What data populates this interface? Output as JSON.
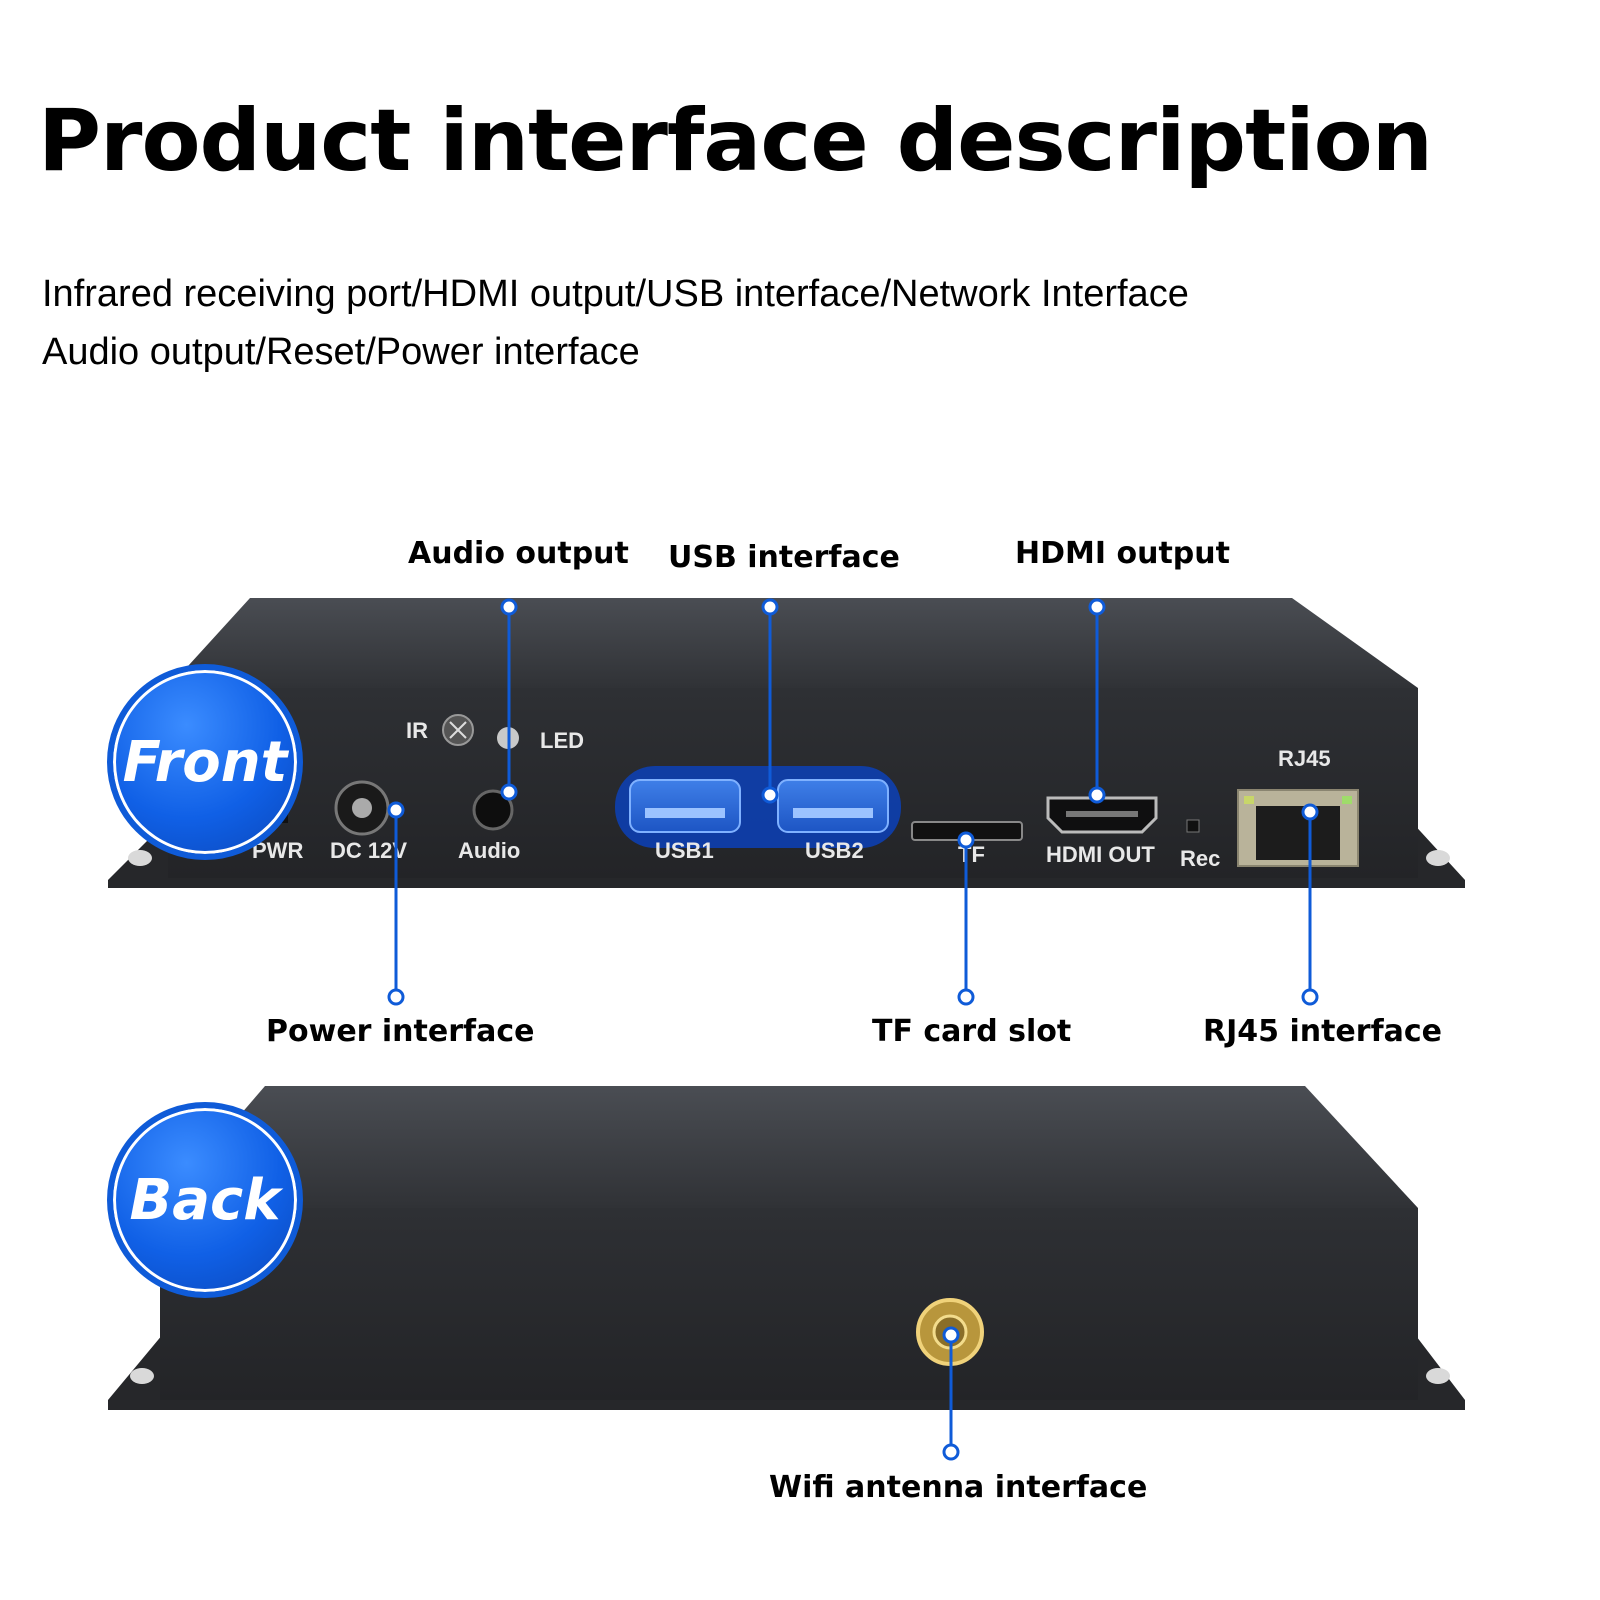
{
  "title": "Product interface description",
  "subtitle_line1": "Infrared receiving port/HDMI output/USB interface/Network Interface",
  "subtitle_line2": "Audio output/Reset/Power interface",
  "badges": {
    "front": "Front",
    "back": "Back"
  },
  "callouts": {
    "audio_output": "Audio output",
    "usb_interface": "USB interface",
    "hdmi_output": "HDMI output",
    "power_interface": "Power interface",
    "tf_card_slot": "TF card slot",
    "rj45_interface": "RJ45 interface",
    "wifi_antenna_interface": "Wifi antenna interface"
  },
  "panel_labels": {
    "ir": "IR",
    "led": "LED",
    "pwr": "PWR",
    "dc": "DC 12V",
    "audio": "Audio",
    "usb1": "USB1",
    "usb2": "USB2",
    "tf": "TF",
    "hdmi_out": "HDMI OUT",
    "rec": "Rec",
    "rj45": "RJ45"
  },
  "colors": {
    "accent": "#0f5bd8",
    "device": "#2a2c30"
  }
}
